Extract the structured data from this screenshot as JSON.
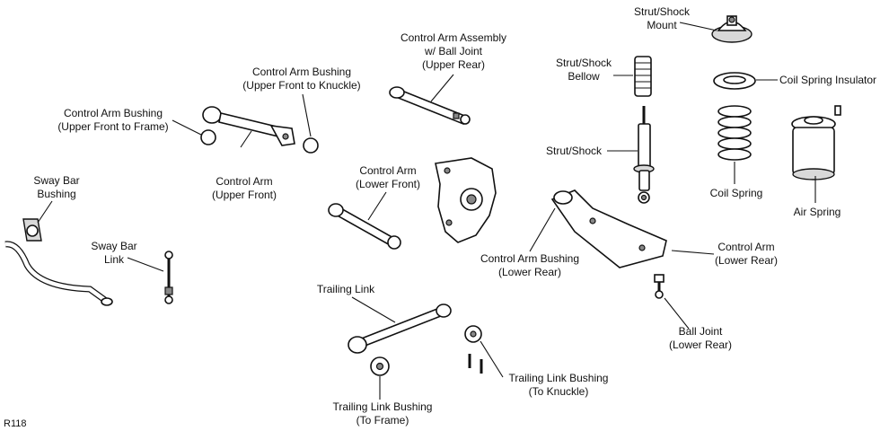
{
  "diagram": {
    "reference_code": "R118",
    "labels": {
      "strut_mount": [
        "Strut/Shock",
        "Mount"
      ],
      "coil_spring_insulator": [
        "Coil Spring Insulator"
      ],
      "strut_bellow": [
        "Strut/Shock",
        "Bellow"
      ],
      "strut_shock": [
        "Strut/Shock"
      ],
      "coil_spring": [
        "Coil Spring"
      ],
      "air_spring": [
        "Air Spring"
      ],
      "control_arm_assembly": [
        "Control Arm Assembly",
        "w/ Ball Joint",
        "(Upper Rear)"
      ],
      "bushing_upper_front_knuckle": [
        "Control Arm Bushing",
        "(Upper Front to Knuckle)"
      ],
      "bushing_upper_front_frame": [
        "Control Arm Bushing",
        "(Upper Front to Frame)"
      ],
      "control_arm_upper_front": [
        "Control Arm",
        "(Upper Front)"
      ],
      "control_arm_lower_front": [
        "Control Arm",
        "(Lower Front)"
      ],
      "sway_bar_bushing": [
        "Sway Bar",
        "Bushing"
      ],
      "sway_bar_link": [
        "Sway Bar",
        "Link"
      ],
      "control_arm_bushing_lower_rear": [
        "Control Arm Bushing",
        "(Lower Rear)"
      ],
      "control_arm_lower_rear": [
        "Control Arm",
        "(Lower Rear)"
      ],
      "ball_joint_lower_rear": [
        "Ball Joint",
        "(Lower Rear)"
      ],
      "trailing_link": [
        "Trailing Link"
      ],
      "trailing_link_bushing_knuckle": [
        "Trailing Link Bushing",
        "(To Knuckle)"
      ],
      "trailing_link_bushing_frame": [
        "Trailing Link Bushing",
        "(To Frame)"
      ]
    }
  }
}
